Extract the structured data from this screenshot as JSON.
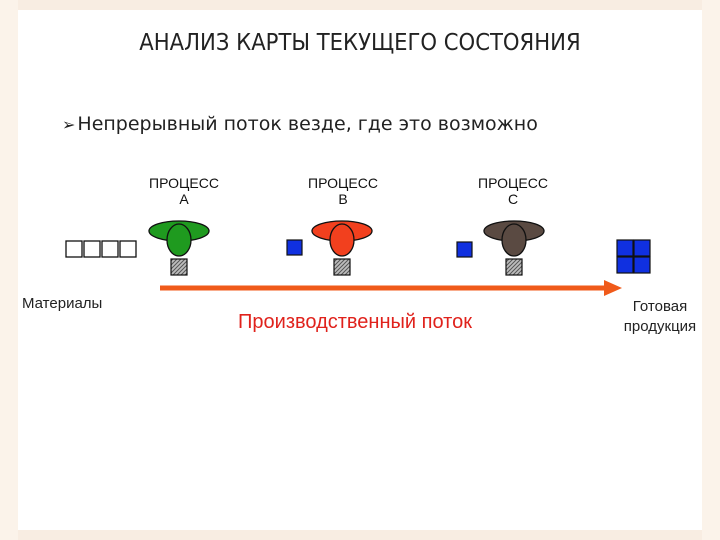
{
  "title": "АНАЛИЗ КАРТЫ ТЕКУЩЕГО СОСТОЯНИЯ",
  "bullet": "Непрерывный поток везде, где это возможно",
  "processes": [
    {
      "line1": "ПРОЦЕСС",
      "line2": "А",
      "color": "#1f9a1f"
    },
    {
      "line1": "ПРОЦЕСС",
      "line2": "В",
      "color": "#f2401e"
    },
    {
      "line1": "ПРОЦЕСС",
      "line2": "С",
      "color": "#5a4a42"
    }
  ],
  "materials_label": "Материалы",
  "flow_label": "Производственный поток",
  "finished_label_1": "Готовая",
  "finished_label_2": "продукция",
  "colors": {
    "arrow": "#f05a1a",
    "wip": "#1030e0",
    "flow_text": "#e0221c"
  }
}
